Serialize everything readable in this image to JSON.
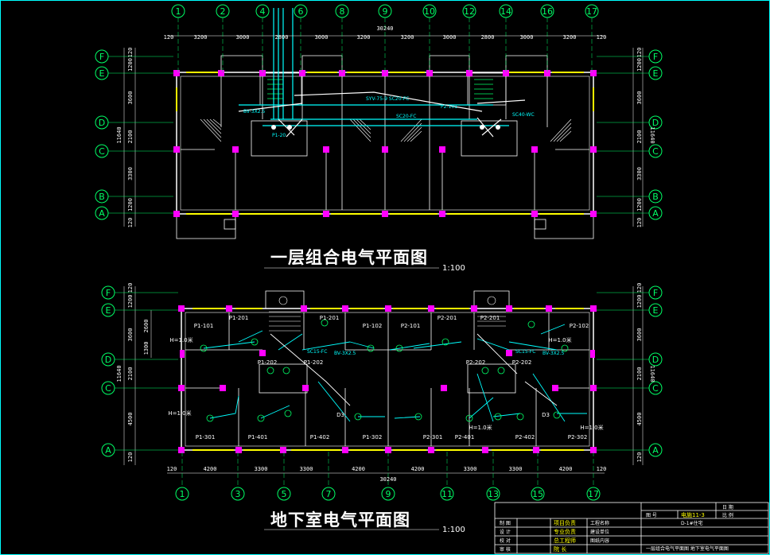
{
  "plans": {
    "top": {
      "title": "一层组合电气平面图",
      "scale": "1:100",
      "axes_top": [
        "1",
        "2",
        "4",
        "6",
        "8",
        "9",
        "10",
        "12",
        "14",
        "16",
        "17"
      ],
      "dims_top": [
        "3200",
        "3000",
        "2800",
        "3000",
        "3200",
        "3200",
        "3000",
        "2800",
        "3000",
        "3200"
      ],
      "total_top": "30240",
      "edge_dim": "120",
      "row_axes": [
        "F",
        "E",
        "D",
        "C",
        "B",
        "A"
      ],
      "row_dims": [
        "1200",
        "3600",
        "2100",
        "3300",
        "1200"
      ],
      "row_total": "11640",
      "cable_labels": [
        "SYV-75-9 SC20-FC",
        "SC20-FC",
        "BV-3X2.5",
        "SC40-WC",
        "P1-20",
        "P2-101"
      ]
    },
    "bottom": {
      "title": "地下室电气平面图",
      "scale": "1:100",
      "axes_bottom": [
        "1",
        "3",
        "5",
        "7",
        "9",
        "11",
        "13",
        "15",
        "17"
      ],
      "dims_bottom": [
        "4200",
        "3300",
        "3300",
        "4200",
        "4200",
        "3300",
        "3300",
        "4200"
      ],
      "total_bottom": "30240",
      "edge_dim": "120",
      "row_axes": [
        "F",
        "E",
        "D",
        "C",
        "A"
      ],
      "row_dims_left": [
        "1200",
        "3600",
        "2100",
        "4500"
      ],
      "row_inner_left": [
        "2600",
        "1300"
      ],
      "row_total": "11640",
      "rooms": [
        "P1-101",
        "P1-201",
        "P1-201",
        "P1-102",
        "P2-101",
        "P2-201",
        "P2-201",
        "P2-102",
        "P1-202",
        "P1-202",
        "P2-202",
        "P2-202",
        "P1-301",
        "P1-401",
        "P1-402",
        "P1-302",
        "P2-301",
        "P2-401",
        "P2-402",
        "P2-302",
        "D3",
        "D3"
      ],
      "height_note": "H=1.0米",
      "cable_labels": [
        "SC15-FC",
        "BV-3X2.5"
      ]
    }
  },
  "title_block": {
    "labels_left": [
      "制 图",
      "设 计",
      "校 对",
      "审 核"
    ],
    "labels_mid": [
      "项目负责",
      "专业负责",
      "总工程师",
      "院 长"
    ],
    "labels_right": [
      "工程名称",
      "建设单位",
      "图纸内容"
    ],
    "header": [
      "图 号",
      "日 期",
      "比 例"
    ],
    "drawing_no": "电施11-3",
    "project": "D-1#住宅",
    "content": "一层组合电气平面图 地下室电气平面图"
  },
  "colors": {
    "wall": "#ffffff",
    "column": "#ff00ff",
    "window": "#ffff00",
    "axis": "#00ff66",
    "cable": "#00ffff",
    "border": "#00ffff"
  }
}
